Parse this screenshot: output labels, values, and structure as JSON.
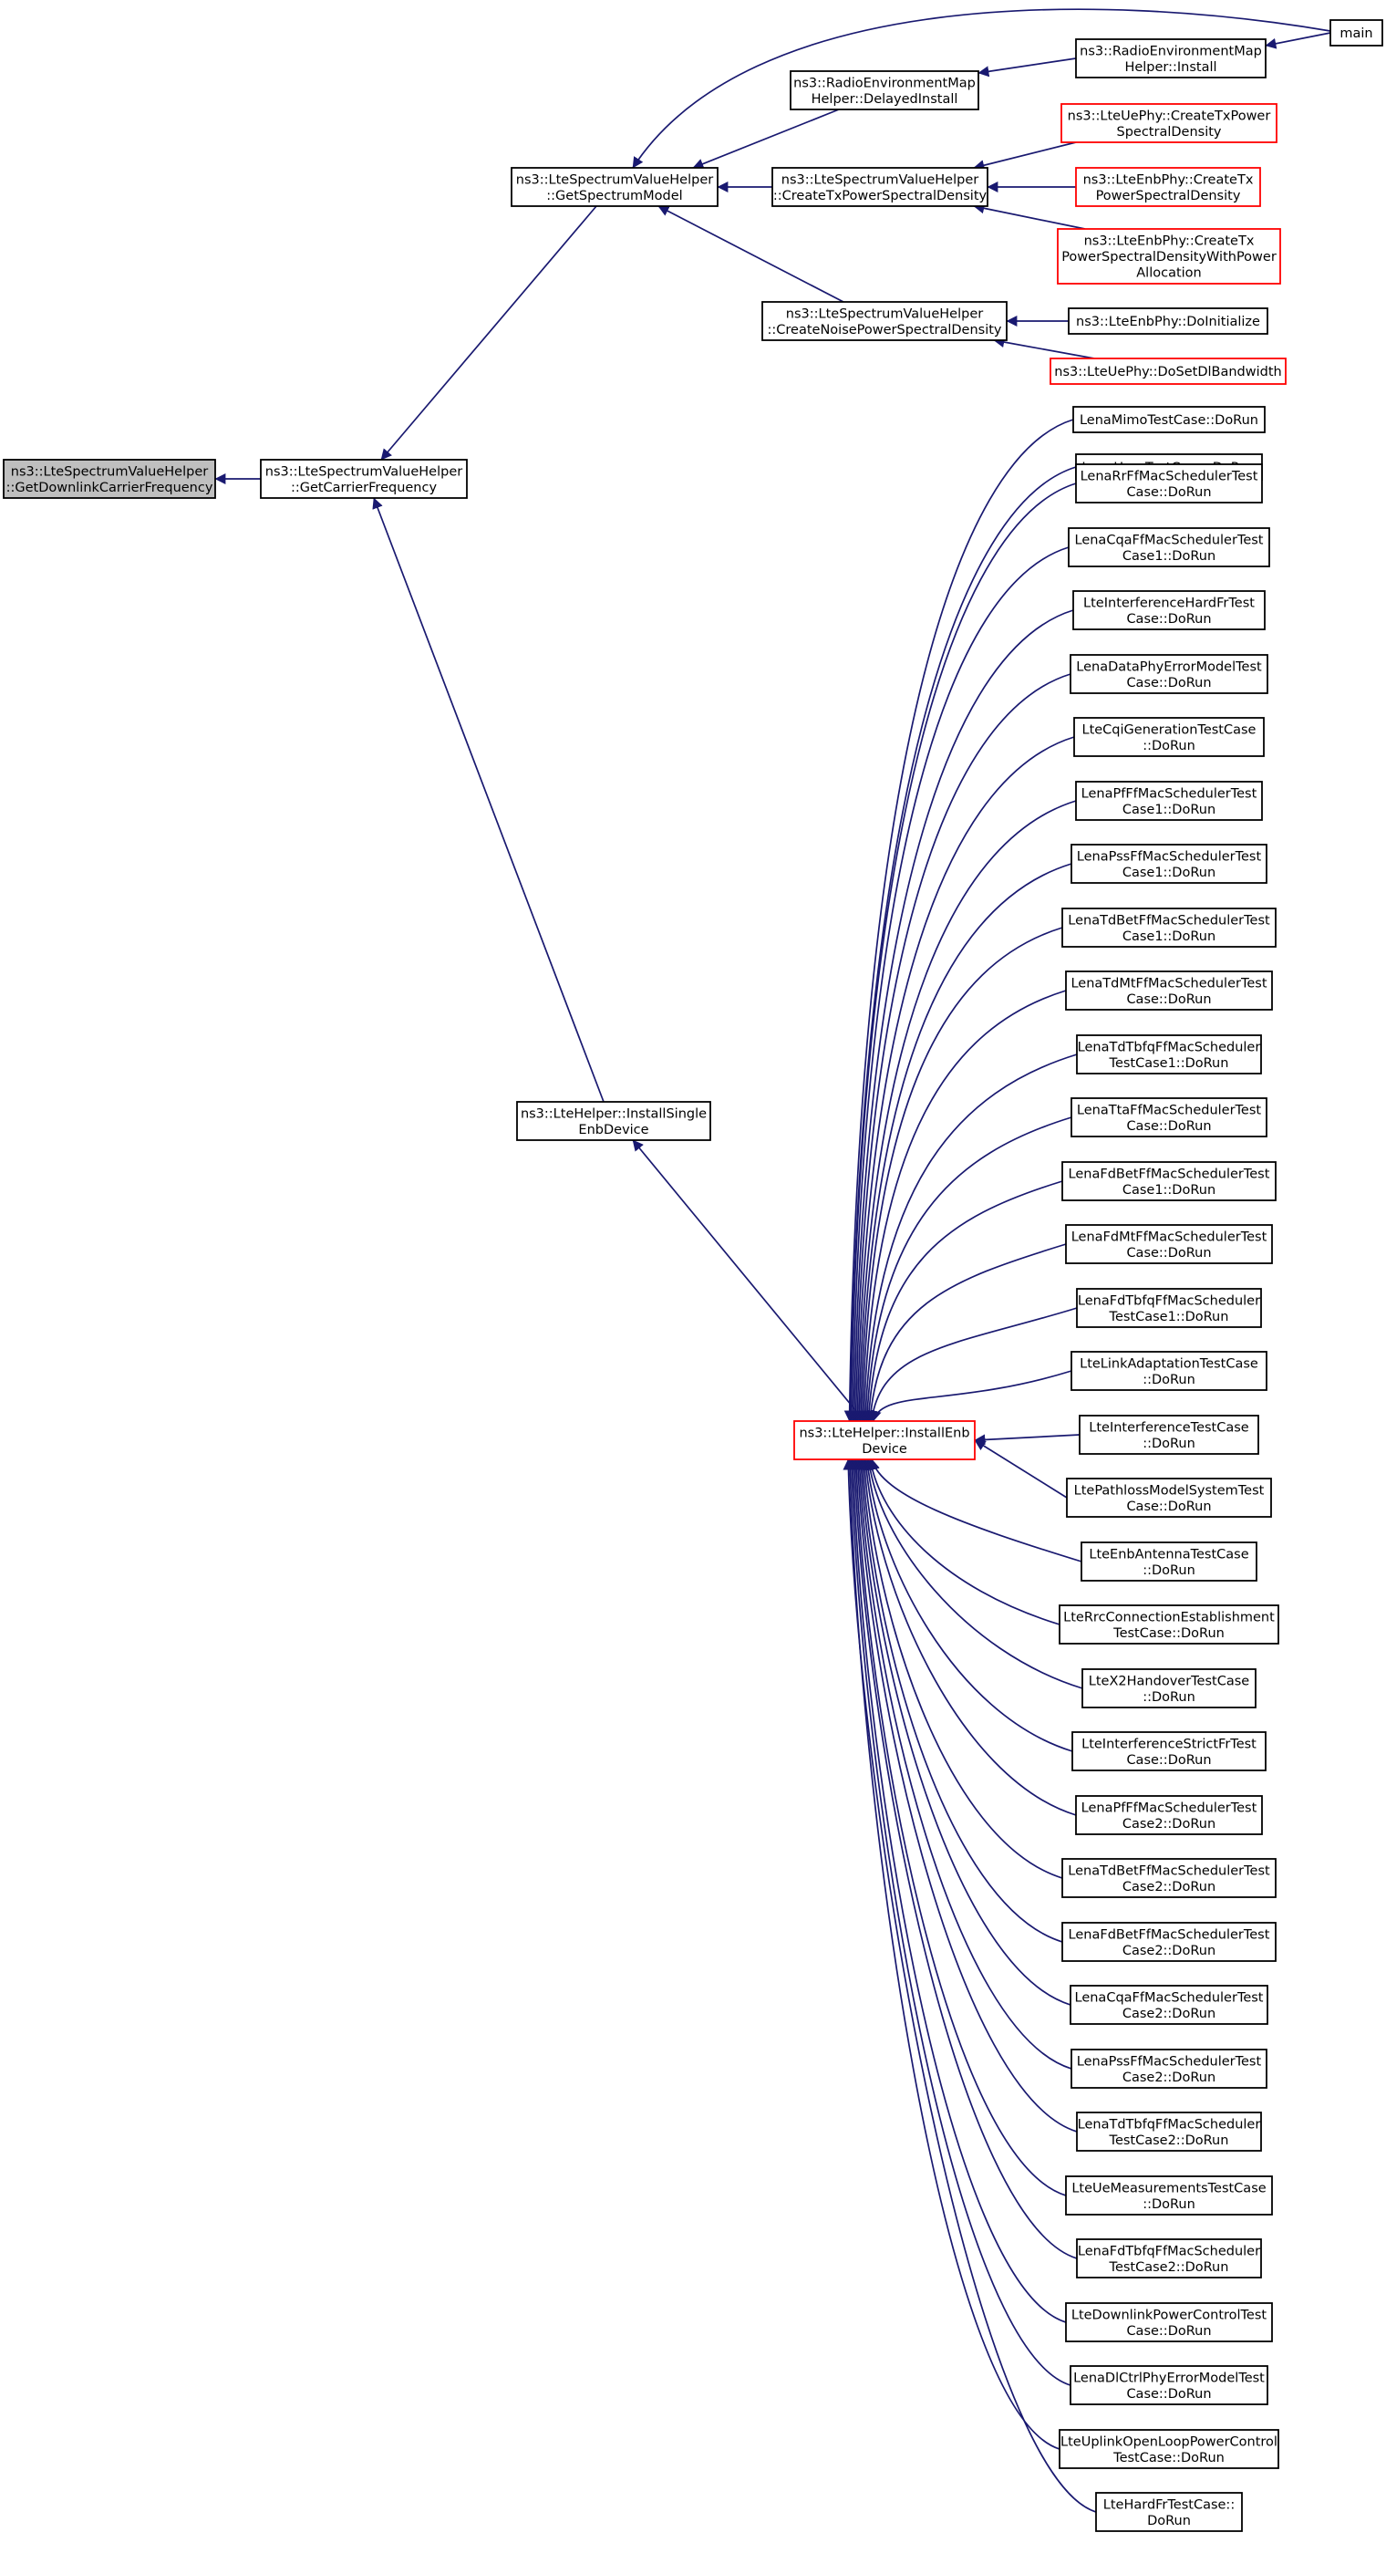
{
  "colors": {
    "edge": "#191970",
    "node_border": "#000000",
    "node_border_truncated": "#ff0000",
    "node_fill": "#ffffff",
    "root_fill": "#bfbfbf",
    "text": "#000000"
  },
  "nodes": [
    {
      "id": "root",
      "lines": [
        "ns3::LteSpectrumValueHelper",
        "::GetDownlinkCarrierFrequency"
      ],
      "kind": "root"
    },
    {
      "id": "gcf",
      "lines": [
        "ns3::LteSpectrumValueHelper",
        "::GetCarrierFrequency"
      ],
      "kind": "normal"
    },
    {
      "id": "gsm",
      "lines": [
        "ns3::LteSpectrumValueHelper",
        "::GetSpectrumModel"
      ],
      "kind": "normal"
    },
    {
      "id": "isd",
      "lines": [
        "ns3::LteHelper::InstallSingle",
        "EnbDevice"
      ],
      "kind": "normal"
    },
    {
      "id": "remdi",
      "lines": [
        "ns3::RadioEnvironmentMap",
        "Helper::DelayedInstall"
      ],
      "kind": "normal"
    },
    {
      "id": "ctx",
      "lines": [
        "ns3::LteSpectrumValueHelper",
        "::CreateTxPowerSpectralDensity"
      ],
      "kind": "normal"
    },
    {
      "id": "cnp",
      "lines": [
        "ns3::LteSpectrumValueHelper",
        "::CreateNoisePowerSpectralDensity"
      ],
      "kind": "normal"
    },
    {
      "id": "remi",
      "lines": [
        "ns3::RadioEnvironmentMap",
        "Helper::Install"
      ],
      "kind": "normal"
    },
    {
      "id": "main",
      "lines": [
        "main"
      ],
      "kind": "normal"
    },
    {
      "id": "uectx",
      "lines": [
        "ns3::LteUePhy::CreateTxPower",
        "SpectralDensity"
      ],
      "kind": "truncated"
    },
    {
      "id": "enbctx",
      "lines": [
        "ns3::LteEnbPhy::CreateTx",
        "PowerSpectralDensity"
      ],
      "kind": "truncated"
    },
    {
      "id": "enbctxa",
      "lines": [
        "ns3::LteEnbPhy::CreateTx",
        "PowerSpectralDensityWithPower",
        "Allocation"
      ],
      "kind": "truncated"
    },
    {
      "id": "enbinit",
      "lines": [
        "ns3::LteEnbPhy::DoInitialize"
      ],
      "kind": "normal"
    },
    {
      "id": "uedl",
      "lines": [
        "ns3::LteUePhy::DoSetDlBandwidth"
      ],
      "kind": "truncated"
    },
    {
      "id": "ied",
      "lines": [
        "ns3::LteHelper::InstallEnb",
        "Device"
      ],
      "kind": "truncated"
    },
    {
      "id": "t01",
      "lines": [
        "LenaMimoTestCase::DoRun"
      ],
      "kind": "normal"
    },
    {
      "id": "t02",
      "lines": [
        "LenaHarqTestCase::DoRun"
      ],
      "kind": "normal"
    },
    {
      "id": "t03",
      "lines": [
        "LenaRrFfMacSchedulerTest",
        "Case::DoRun"
      ],
      "kind": "normal"
    },
    {
      "id": "t04",
      "lines": [
        "LenaCqaFfMacSchedulerTest",
        "Case1::DoRun"
      ],
      "kind": "normal"
    },
    {
      "id": "t05",
      "lines": [
        "LteInterferenceHardFrTest",
        "Case::DoRun"
      ],
      "kind": "normal"
    },
    {
      "id": "t06",
      "lines": [
        "LenaDataPhyErrorModelTest",
        "Case::DoRun"
      ],
      "kind": "normal"
    },
    {
      "id": "t07",
      "lines": [
        "LteCqiGenerationTestCase",
        "::DoRun"
      ],
      "kind": "normal"
    },
    {
      "id": "t08",
      "lines": [
        "LenaPfFfMacSchedulerTest",
        "Case1::DoRun"
      ],
      "kind": "normal"
    },
    {
      "id": "t09",
      "lines": [
        "LenaPssFfMacSchedulerTest",
        "Case1::DoRun"
      ],
      "kind": "normal"
    },
    {
      "id": "t10",
      "lines": [
        "LenaTdBetFfMacSchedulerTest",
        "Case1::DoRun"
      ],
      "kind": "normal"
    },
    {
      "id": "t11",
      "lines": [
        "LenaTdMtFfMacSchedulerTest",
        "Case::DoRun"
      ],
      "kind": "normal"
    },
    {
      "id": "t12",
      "lines": [
        "LenaTdTbfqFfMacScheduler",
        "TestCase1::DoRun"
      ],
      "kind": "normal"
    },
    {
      "id": "t13",
      "lines": [
        "LenaTtaFfMacSchedulerTest",
        "Case::DoRun"
      ],
      "kind": "normal"
    },
    {
      "id": "t14",
      "lines": [
        "LenaFdBetFfMacSchedulerTest",
        "Case1::DoRun"
      ],
      "kind": "normal"
    },
    {
      "id": "t15",
      "lines": [
        "LenaFdMtFfMacSchedulerTest",
        "Case::DoRun"
      ],
      "kind": "normal"
    },
    {
      "id": "t16",
      "lines": [
        "LenaFdTbfqFfMacScheduler",
        "TestCase1::DoRun"
      ],
      "kind": "normal"
    },
    {
      "id": "t17",
      "lines": [
        "LteLinkAdaptationTestCase",
        "::DoRun"
      ],
      "kind": "normal"
    },
    {
      "id": "t18",
      "lines": [
        "LteInterferenceTestCase",
        "::DoRun"
      ],
      "kind": "normal"
    },
    {
      "id": "t19",
      "lines": [
        "LtePathlossModelSystemTest",
        "Case::DoRun"
      ],
      "kind": "normal"
    },
    {
      "id": "t20",
      "lines": [
        "LteEnbAntennaTestCase",
        "::DoRun"
      ],
      "kind": "normal"
    },
    {
      "id": "t21",
      "lines": [
        "LteRrcConnectionEstablishment",
        "TestCase::DoRun"
      ],
      "kind": "normal"
    },
    {
      "id": "t22",
      "lines": [
        "LteX2HandoverTestCase",
        "::DoRun"
      ],
      "kind": "normal"
    },
    {
      "id": "t23",
      "lines": [
        "LteInterferenceStrictFrTest",
        "Case::DoRun"
      ],
      "kind": "normal"
    },
    {
      "id": "t24",
      "lines": [
        "LenaPfFfMacSchedulerTest",
        "Case2::DoRun"
      ],
      "kind": "normal"
    },
    {
      "id": "t25",
      "lines": [
        "LenaTdBetFfMacSchedulerTest",
        "Case2::DoRun"
      ],
      "kind": "normal"
    },
    {
      "id": "t26",
      "lines": [
        "LenaFdBetFfMacSchedulerTest",
        "Case2::DoRun"
      ],
      "kind": "normal"
    },
    {
      "id": "t27",
      "lines": [
        "LenaCqaFfMacSchedulerTest",
        "Case2::DoRun"
      ],
      "kind": "normal"
    },
    {
      "id": "t28",
      "lines": [
        "LenaPssFfMacSchedulerTest",
        "Case2::DoRun"
      ],
      "kind": "normal"
    },
    {
      "id": "t29",
      "lines": [
        "LenaTdTbfqFfMacScheduler",
        "TestCase2::DoRun"
      ],
      "kind": "normal"
    },
    {
      "id": "t30",
      "lines": [
        "LteUeMeasurementsTestCase",
        "::DoRun"
      ],
      "kind": "normal"
    },
    {
      "id": "t31",
      "lines": [
        "LenaFdTbfqFfMacScheduler",
        "TestCase2::DoRun"
      ],
      "kind": "normal"
    },
    {
      "id": "t32",
      "lines": [
        "LteDownlinkPowerControlTest",
        "Case::DoRun"
      ],
      "kind": "normal"
    },
    {
      "id": "t33",
      "lines": [
        "LenaDlCtrlPhyErrorModelTest",
        "Case::DoRun"
      ],
      "kind": "normal"
    },
    {
      "id": "t34",
      "lines": [
        "LteUplinkOpenLoopPowerControl",
        "TestCase::DoRun"
      ],
      "kind": "normal"
    },
    {
      "id": "t35",
      "lines": [
        "LteHardFrTestCase::",
        "DoRun"
      ],
      "kind": "normal"
    }
  ],
  "edges": [
    [
      "gcf",
      "root"
    ],
    [
      "gsm",
      "gcf"
    ],
    [
      "isd",
      "gcf"
    ],
    [
      "remdi",
      "gsm"
    ],
    [
      "ctx",
      "gsm"
    ],
    [
      "cnp",
      "gsm"
    ],
    [
      "main",
      "gsm"
    ],
    [
      "remi",
      "remdi"
    ],
    [
      "main",
      "remi"
    ],
    [
      "uectx",
      "ctx"
    ],
    [
      "enbctx",
      "ctx"
    ],
    [
      "enbctxa",
      "ctx"
    ],
    [
      "enbinit",
      "cnp"
    ],
    [
      "uedl",
      "cnp"
    ],
    [
      "ied",
      "isd"
    ],
    [
      "t01",
      "ied"
    ],
    [
      "t02",
      "ied"
    ],
    [
      "t03",
      "ied"
    ],
    [
      "t04",
      "ied"
    ],
    [
      "t05",
      "ied"
    ],
    [
      "t06",
      "ied"
    ],
    [
      "t07",
      "ied"
    ],
    [
      "t08",
      "ied"
    ],
    [
      "t09",
      "ied"
    ],
    [
      "t10",
      "ied"
    ],
    [
      "t11",
      "ied"
    ],
    [
      "t12",
      "ied"
    ],
    [
      "t13",
      "ied"
    ],
    [
      "t14",
      "ied"
    ],
    [
      "t15",
      "ied"
    ],
    [
      "t16",
      "ied"
    ],
    [
      "t17",
      "ied"
    ],
    [
      "t18",
      "ied"
    ],
    [
      "t19",
      "ied"
    ],
    [
      "t20",
      "ied"
    ],
    [
      "t21",
      "ied"
    ],
    [
      "t22",
      "ied"
    ],
    [
      "t23",
      "ied"
    ],
    [
      "t24",
      "ied"
    ],
    [
      "t25",
      "ied"
    ],
    [
      "t26",
      "ied"
    ],
    [
      "t27",
      "ied"
    ],
    [
      "t28",
      "ied"
    ],
    [
      "t29",
      "ied"
    ],
    [
      "t30",
      "ied"
    ],
    [
      "t31",
      "ied"
    ],
    [
      "t32",
      "ied"
    ],
    [
      "t33",
      "ied"
    ],
    [
      "t34",
      "ied"
    ],
    [
      "t35",
      "ied"
    ]
  ]
}
